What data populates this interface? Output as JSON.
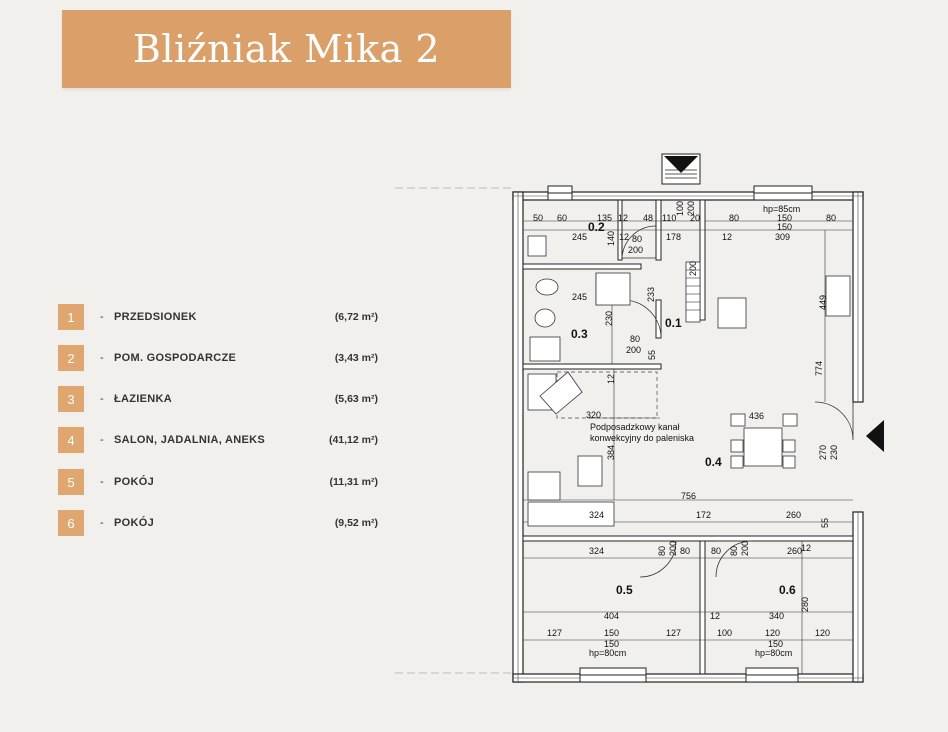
{
  "title": "Bliźniak Mika 2",
  "rooms": [
    {
      "num": "1",
      "name": "PRZEDSIONEK",
      "area": "(6,72 m²)"
    },
    {
      "num": "2",
      "name": "POM. GOSPODARCZE",
      "area": "(3,43 m²)"
    },
    {
      "num": "3",
      "name": "ŁAZIENKA",
      "area": "(5,63 m²)"
    },
    {
      "num": "4",
      "name": "SALON, JADALNIA, ANEKS",
      "area": "(41,12 m²)"
    },
    {
      "num": "5",
      "name": "POKÓJ",
      "area": "(11,31 m²)"
    },
    {
      "num": "6",
      "name": "POKÓJ",
      "area": "(9,52 m²)"
    }
  ],
  "plan": {
    "room_labels": {
      "r01": "0.1",
      "r02": "0.2",
      "r03": "0.3",
      "r04": "0.4",
      "r05": "0.5",
      "r06": "0.6"
    },
    "note_line1": "Podposadzkowy kanał",
    "note_line2": "konwekcyjny do paleniska",
    "hp_top": "hp=85cm",
    "hp_left": "hp=80cm",
    "hp_right": "hp=80cm",
    "dims": {
      "t50": "50",
      "t60": "60",
      "t135": "135",
      "t12a": "12",
      "t48": "48",
      "t110": "110",
      "t20a": "20",
      "t100": "100",
      "t200a": "200",
      "t80a": "80",
      "t150a": "150",
      "t80b": "80",
      "t245a": "245",
      "t12b": "12",
      "t140": "140",
      "t178": "178",
      "t12c": "12",
      "t150b": "150",
      "t309": "309",
      "d80a": "80",
      "d200a": "200",
      "t245b": "245",
      "t233": "233",
      "t230": "230",
      "t200v": "200",
      "d80b": "80",
      "d200b": "200",
      "d55": "55",
      "t12d": "12",
      "t449": "449",
      "t774": "774",
      "t320": "320",
      "t436": "436",
      "t384": "384",
      "t270": "270",
      "t230b": "230",
      "t756": "756",
      "t324a": "324",
      "t172": "172",
      "t260a": "260",
      "t55b": "55",
      "d80c": "80",
      "d200c": "200",
      "d80d": "80",
      "d80e": "80",
      "d200d": "200",
      "d80f": "80",
      "t324b": "324",
      "t260b": "260",
      "t12e": "12",
      "t280": "280",
      "t404": "404",
      "t12f": "12",
      "t340": "340",
      "b127a": "127",
      "b150a": "150",
      "b127b": "127",
      "b100": "100",
      "b120a": "120",
      "b120b": "120",
      "b150b": "150",
      "b150c": "150"
    }
  }
}
